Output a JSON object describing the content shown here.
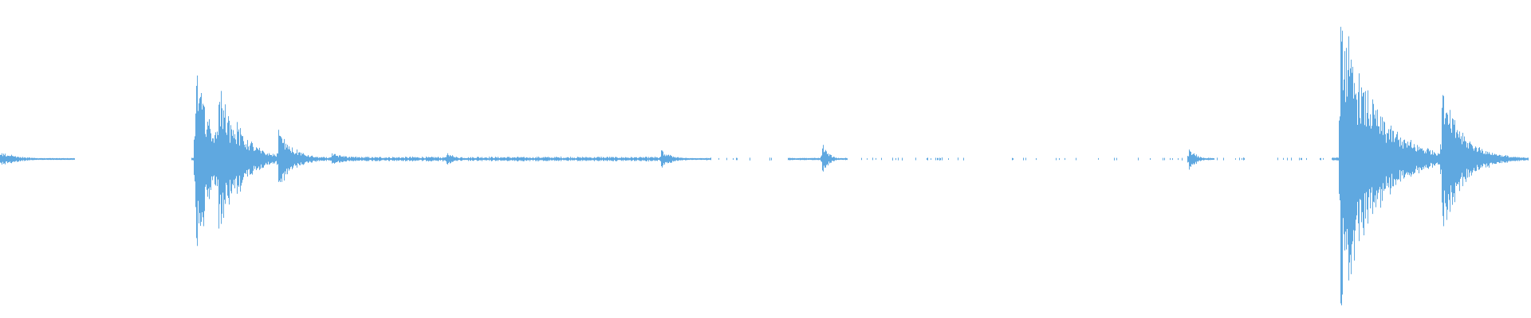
{
  "waveform": {
    "color": "#5fa8e0",
    "duration_fraction_events": [
      {
        "at": 0.0,
        "peak": 0.05,
        "decay": 0.012
      },
      {
        "at": 0.128,
        "peak": 0.7,
        "decay": 0.01
      },
      {
        "at": 0.143,
        "peak": 0.58,
        "decay": 0.01
      },
      {
        "at": 0.155,
        "peak": 0.25,
        "decay": 0.012
      },
      {
        "at": 0.182,
        "peak": 0.2,
        "decay": 0.01
      },
      {
        "at": 0.217,
        "peak": 0.04,
        "decay": 0.012
      },
      {
        "at": 0.292,
        "peak": 0.06,
        "decay": 0.004
      },
      {
        "at": 0.432,
        "peak": 0.06,
        "decay": 0.008
      },
      {
        "at": 0.537,
        "peak": 0.11,
        "decay": 0.004
      },
      {
        "at": 0.777,
        "peak": 0.1,
        "decay": 0.004
      },
      {
        "at": 0.876,
        "peak": 1.0,
        "decay": 0.022
      },
      {
        "at": 0.942,
        "peak": 0.5,
        "decay": 0.014
      }
    ],
    "noise_floor_segments": [
      {
        "from": 0.0,
        "to": 0.012,
        "level": 0.015
      },
      {
        "from": 0.125,
        "to": 0.43,
        "level": 0.012
      },
      {
        "from": 0.43,
        "to": 0.44,
        "level": 0.01
      },
      {
        "from": 0.515,
        "to": 0.545,
        "level": 0.006
      },
      {
        "from": 0.87,
        "to": 0.975,
        "level": 0.008
      }
    ]
  }
}
